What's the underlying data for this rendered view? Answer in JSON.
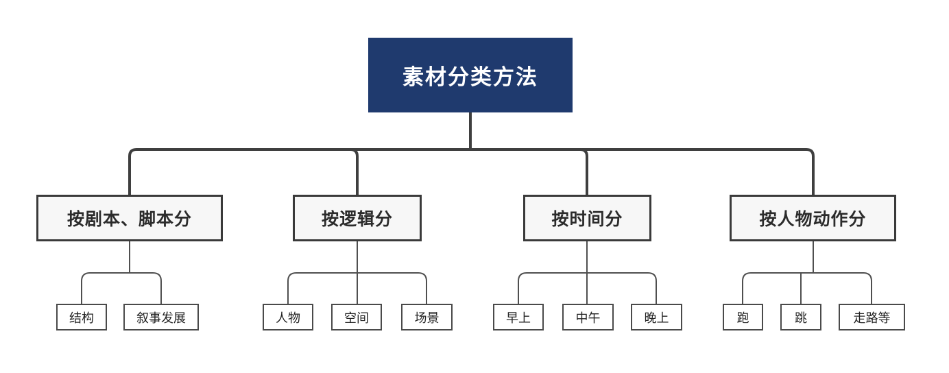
{
  "diagram": {
    "root": {
      "label": "素材分类方法"
    },
    "branches": [
      {
        "label": "按剧本、脚本分",
        "children": [
          "结构",
          "叙事发展"
        ]
      },
      {
        "label": "按逻辑分",
        "children": [
          "人物",
          "空间",
          "场景"
        ]
      },
      {
        "label": "按时间分",
        "children": [
          "早上",
          "中午",
          "晚上"
        ]
      },
      {
        "label": "按人物动作分",
        "children": [
          "跑",
          "跳",
          "走路等"
        ]
      }
    ],
    "colors": {
      "root_bg": "#1f3a6e",
      "root_text": "#ffffff",
      "branch_border": "#3a3a3a",
      "branch_bg": "#f7f7f7",
      "branch_text": "#2b2b2b",
      "leaf_border": "#4a4a4a",
      "leaf_bg": "#ffffff",
      "leaf_text": "#222222",
      "connector_main": "#3f3f3f",
      "connector_thin": "#4f4f4f"
    }
  }
}
